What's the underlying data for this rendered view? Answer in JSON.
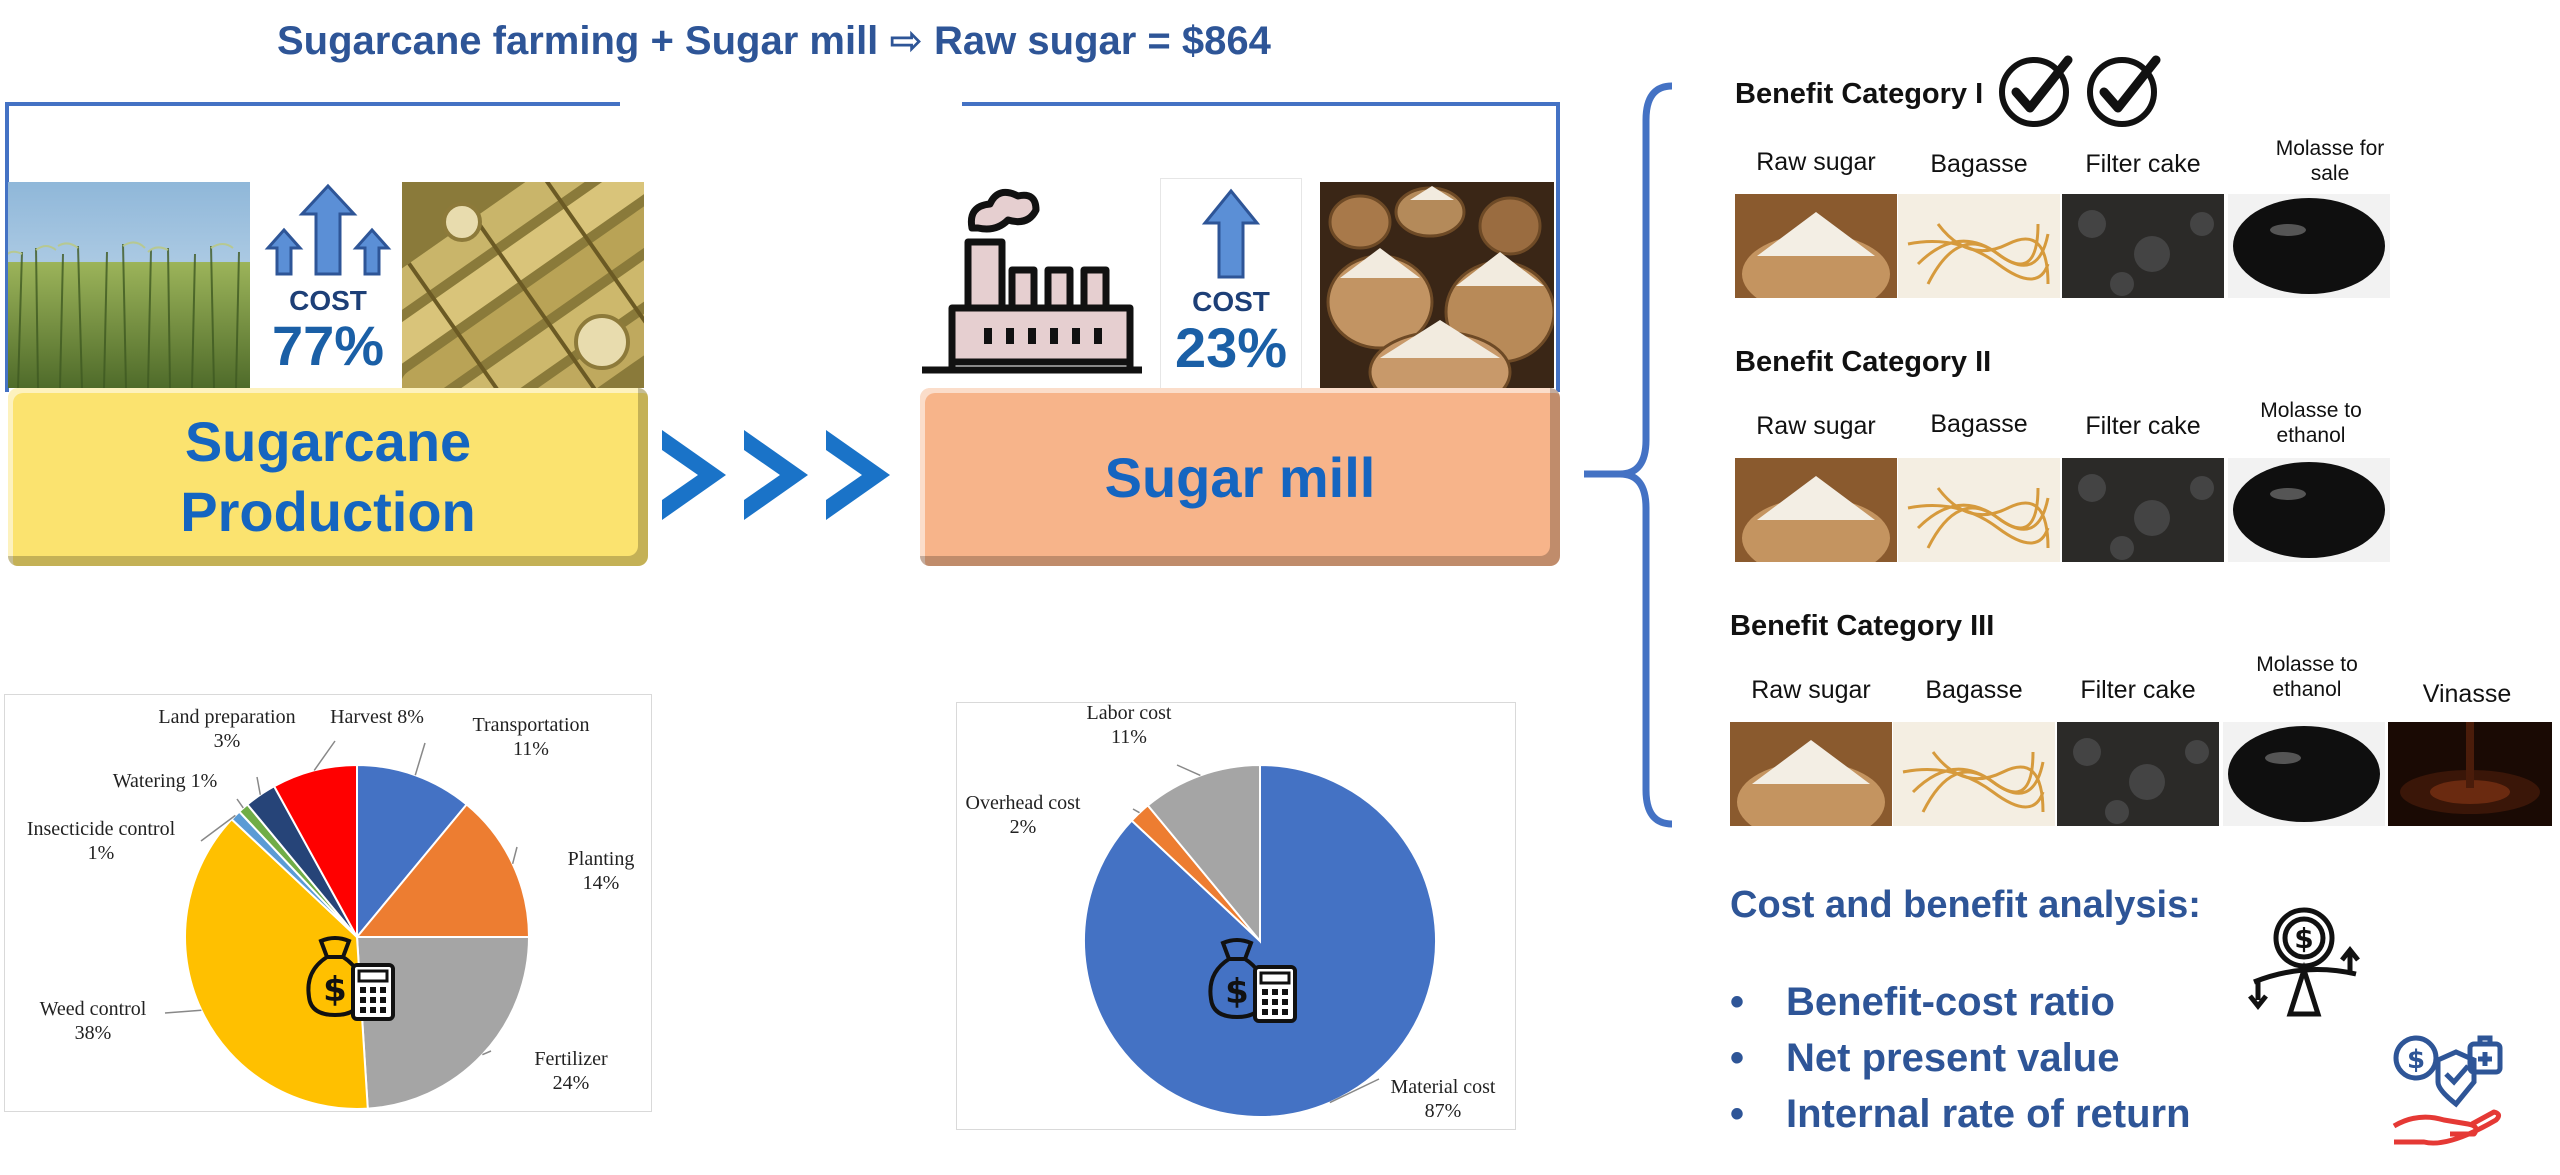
{
  "header": {
    "title": "Sugarcane farming + Sugar mill ⇨ Raw sugar = $864"
  },
  "farming": {
    "cost_label": "COST",
    "cost_share": "77%",
    "box_line1": "Sugarcane",
    "box_line2": "Production"
  },
  "mill": {
    "cost_label": "COST",
    "cost_share": "23%",
    "box_label": "Sugar mill"
  },
  "arrows": ">>>",
  "benefit_categories": [
    {
      "title": "Benefit Category I",
      "products": [
        "Raw sugar",
        "Bagasse",
        "Filter cake",
        "Molasse for sale"
      ]
    },
    {
      "title": "Benefit Category II",
      "products": [
        "Raw sugar",
        "Bagasse",
        "Filter cake",
        "Molasse to ethanol"
      ]
    },
    {
      "title": "Benefit Category III",
      "products": [
        "Raw sugar",
        "Bagasse",
        "Filter cake",
        "Molasse to ethanol",
        "Vinasse"
      ]
    }
  ],
  "analysis": {
    "title": "Cost and benefit analysis:",
    "items": [
      "Benefit-cost ratio",
      "Net present value",
      "Internal rate of return"
    ]
  },
  "colors": {
    "accent_blue": "#2e5597",
    "farming_box": "#fbe36f",
    "mill_box": "#f7b48a",
    "arrow_blue": "#1a73c8"
  },
  "icons": [
    "check-circle-icon",
    "factory-icon",
    "money-bag-calculator-icon",
    "money-balance-icon",
    "money-shield-hand-icon"
  ],
  "chart_data": [
    {
      "type": "pie",
      "title": "",
      "slices": [
        {
          "name": "Transportation",
          "label": "Transportation\n11%",
          "value": 11,
          "color": "#4472c4"
        },
        {
          "name": "Planting",
          "label": "Planting\n14%",
          "value": 14,
          "color": "#ed7d31"
        },
        {
          "name": "Fertilizer",
          "label": "Fertilizer\n24%",
          "value": 24,
          "color": "#a5a5a5"
        },
        {
          "name": "Weed control",
          "label": "Weed control\n38%",
          "value": 38,
          "color": "#ffc000"
        },
        {
          "name": "Insecticide control",
          "label": "Insecticide control\n1%",
          "value": 1,
          "color": "#5b9bd5"
        },
        {
          "name": "Watering",
          "label": "Watering 1%",
          "value": 1,
          "color": "#70ad47"
        },
        {
          "name": "Land preparation",
          "label": "Land preparation\n3%",
          "value": 3,
          "color": "#264478"
        },
        {
          "name": "Harvest",
          "label": "Harvest 8%",
          "value": 8,
          "color": "#ff0000"
        }
      ]
    },
    {
      "type": "pie",
      "title": "",
      "slices": [
        {
          "name": "Material cost",
          "label": "Material cost\n87%",
          "value": 87,
          "color": "#4472c4"
        },
        {
          "name": "Overhead cost",
          "label": "Overhead cost\n2%",
          "value": 2,
          "color": "#ed7d31"
        },
        {
          "name": "Labor cost",
          "label": "Labor cost\n11%",
          "value": 11,
          "color": "#a5a5a5"
        }
      ]
    }
  ]
}
